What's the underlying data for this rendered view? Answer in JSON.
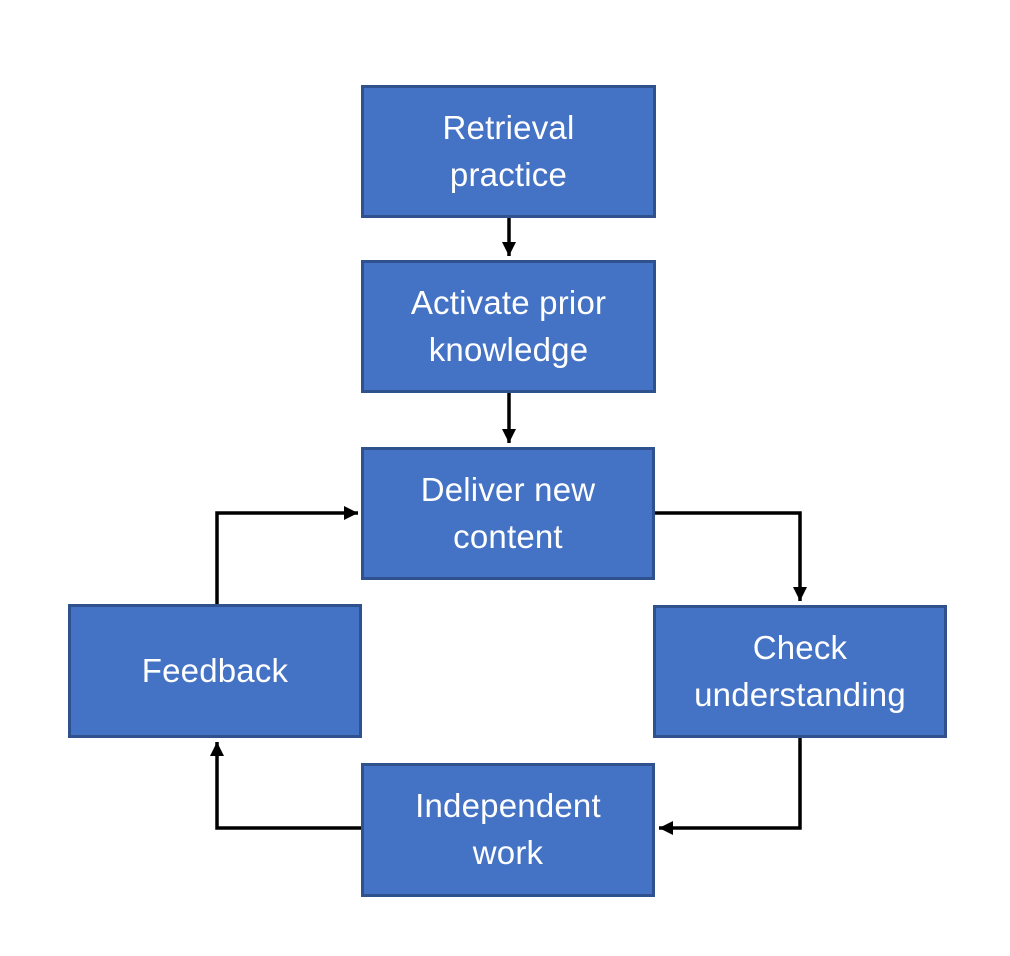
{
  "diagram": {
    "type": "flowchart",
    "colors": {
      "background": "#ffffff",
      "node_fill": "#4472c4",
      "node_border": "#2f528f",
      "node_text": "#ffffff",
      "arrow": "#000000"
    },
    "nodes": [
      {
        "id": "retrieval-practice",
        "label": "Retrieval\npractice"
      },
      {
        "id": "activate-prior-knowledge",
        "label": "Activate prior\nknowledge"
      },
      {
        "id": "deliver-new-content",
        "label": "Deliver new\ncontent"
      },
      {
        "id": "check-understanding",
        "label": "Check\nunderstanding"
      },
      {
        "id": "independent-work",
        "label": "Independent\nwork"
      },
      {
        "id": "feedback",
        "label": "Feedback"
      }
    ],
    "edges": [
      {
        "from": "retrieval-practice",
        "to": "activate-prior-knowledge"
      },
      {
        "from": "activate-prior-knowledge",
        "to": "deliver-new-content"
      },
      {
        "from": "deliver-new-content",
        "to": "check-understanding"
      },
      {
        "from": "check-understanding",
        "to": "independent-work"
      },
      {
        "from": "independent-work",
        "to": "feedback"
      },
      {
        "from": "feedback",
        "to": "deliver-new-content"
      }
    ]
  }
}
